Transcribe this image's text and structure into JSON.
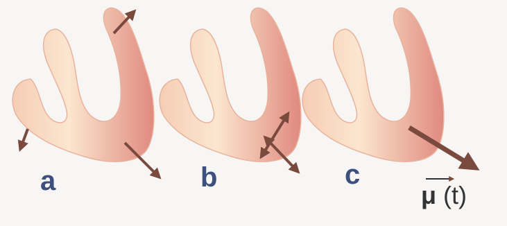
{
  "panels": [
    {
      "label": "a"
    },
    {
      "label": "b"
    },
    {
      "label": "c"
    }
  ],
  "vector_symbol": "μ",
  "vector_argument": "(t)",
  "colors": {
    "heart_fill_light": "#fbe6cf",
    "heart_fill_dark": "#e08a7e",
    "arrow": "#7a4a3e",
    "label": "#3d4f7c",
    "background": "#f7f6f4"
  }
}
